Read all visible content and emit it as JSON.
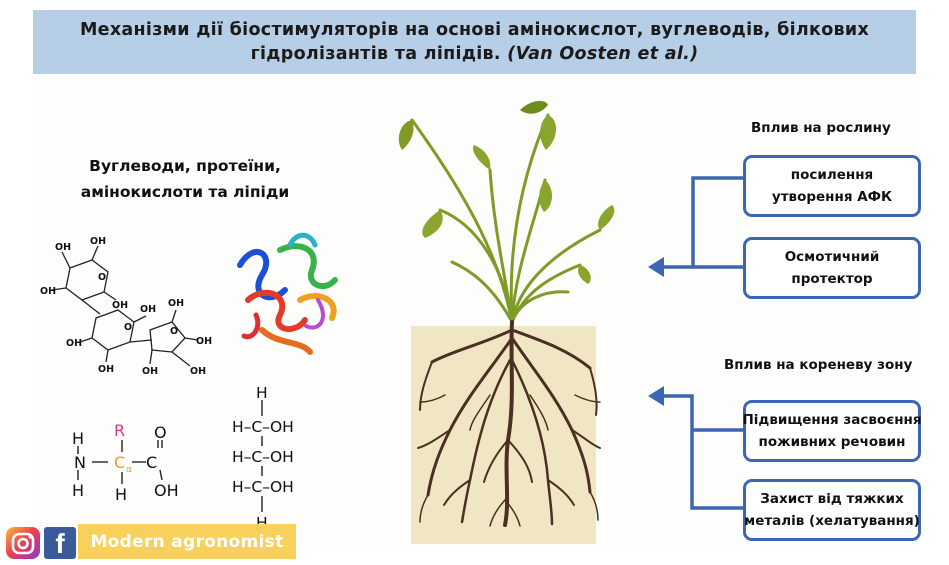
{
  "title": {
    "line1": "Механізми дії біостимуляторів на основі  амінокислот, вуглеводів, білкових",
    "line2": "гідролізантів  та ліпідів.",
    "citation": "(Van Oosten et al.)"
  },
  "left_heading": {
    "line1": "Вуглеводи, протеїни,",
    "line2": "амінокислоти та ліпіди"
  },
  "plant_effects": {
    "heading": "Вплив на рослину",
    "items": [
      {
        "line1": "посилення",
        "line2": "утворення АФК"
      },
      {
        "line1": "Осмотичний",
        "line2": "протектор"
      }
    ]
  },
  "root_effects": {
    "heading": "Вплив на кореневу зону",
    "items": [
      {
        "line1": "Підвищення засвоєння",
        "line2": "поживних речовин"
      },
      {
        "line1": "Захист від тяжких",
        "line2": "металів (хелатування)"
      }
    ]
  },
  "chem_labels": {
    "oh": "OH",
    "o": "O",
    "h": "H",
    "n": "N",
    "r": "R",
    "ca": "C",
    "alpha": "α",
    "c": "C",
    "hch": "H–C–OH"
  },
  "brand": {
    "label": "Modern agronomist"
  },
  "icons": [
    "instagram-icon",
    "facebook-icon"
  ],
  "colors": {
    "title_band": "#b7cee7",
    "arrow_blue": "#3c66b3",
    "soil": "#f1e6c4",
    "leaf": "#8aa52d",
    "root": "#4a2f22",
    "brand_bg": "#f7d15c",
    "r_group": "#e0388c"
  }
}
